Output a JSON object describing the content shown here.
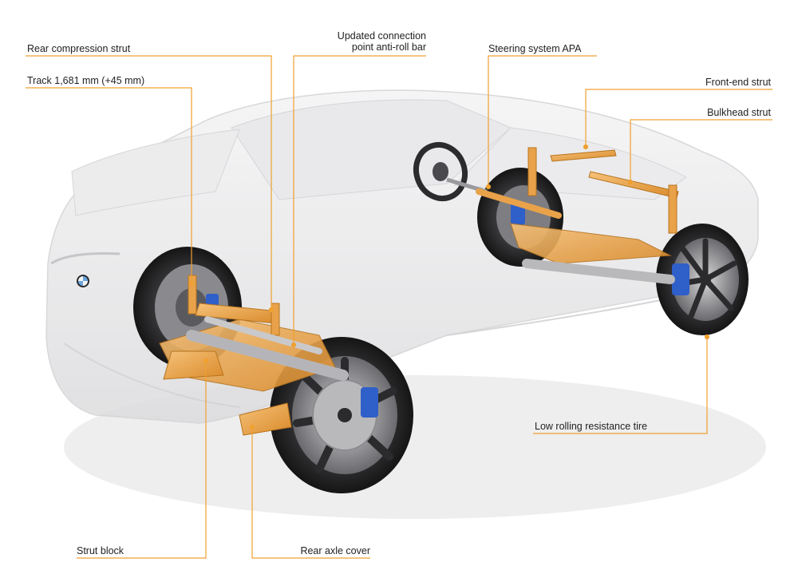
{
  "accent_color": "#f0a030",
  "labels": {
    "rear_compression_strut": "Rear compression strut",
    "track": "Track 1,681 mm (+45 mm)",
    "updated_connection_line1": "Updated connection",
    "updated_connection_line2": "point anti-roll bar",
    "steering_system": "Steering system APA",
    "front_end_strut": "Front-end strut",
    "bulkhead_strut": "Bulkhead strut",
    "low_rolling_tire": "Low rolling resistance tire",
    "strut_block": "Strut block",
    "rear_axle_cover": "Rear axle cover"
  },
  "icons": {
    "badge": "bmw-roundel-icon"
  }
}
